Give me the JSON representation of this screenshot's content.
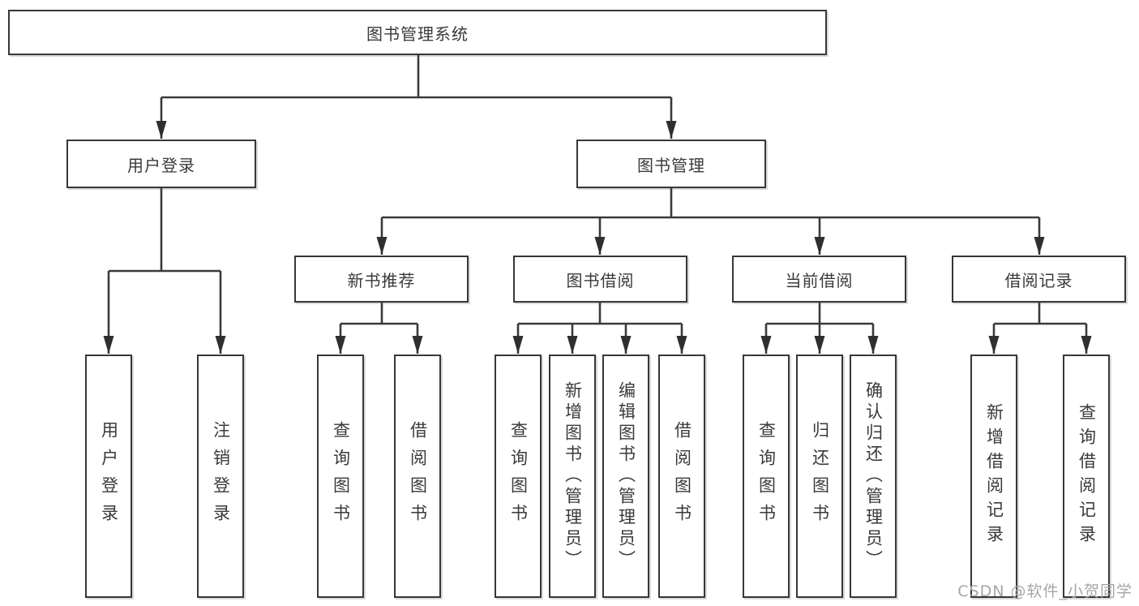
{
  "diagram": {
    "root": {
      "label": "图书管理系统"
    },
    "level2": [
      {
        "label": "用户登录",
        "parent": "图书管理系统"
      },
      {
        "label": "图书管理",
        "parent": "图书管理系统"
      }
    ],
    "level3": [
      {
        "label": "新书推荐",
        "parent": "图书管理"
      },
      {
        "label": "图书借阅",
        "parent": "图书管理"
      },
      {
        "label": "当前借阅",
        "parent": "图书管理"
      },
      {
        "label": "借阅记录",
        "parent": "图书管理"
      }
    ],
    "leaves": [
      {
        "label": "用户登录",
        "parent": "用户登录"
      },
      {
        "label": "注销登录",
        "parent": "用户登录"
      },
      {
        "label": "查询图书",
        "parent": "新书推荐"
      },
      {
        "label": "借阅图书",
        "parent": "新书推荐"
      },
      {
        "label": "查询图书",
        "parent": "图书借阅"
      },
      {
        "label": "新增图书（管理员）",
        "parent": "图书借阅"
      },
      {
        "label": "编辑图书（管理员）",
        "parent": "图书借阅"
      },
      {
        "label": "借阅图书",
        "parent": "图书借阅"
      },
      {
        "label": "查询图书",
        "parent": "当前借阅"
      },
      {
        "label": "归还图书",
        "parent": "当前借阅"
      },
      {
        "label": "确认归还（管理员）",
        "parent": "当前借阅"
      },
      {
        "label": "新增借阅记录",
        "parent": "借阅记录"
      },
      {
        "label": "查询借阅记录",
        "parent": "借阅记录"
      }
    ]
  },
  "watermark": {
    "text": "CSDN @软件_小贺同学"
  },
  "colors": {
    "line": "#3a3a3a",
    "text": "#3a3a3a",
    "background": "#ffffff",
    "watermark": "#a6a6a6"
  }
}
